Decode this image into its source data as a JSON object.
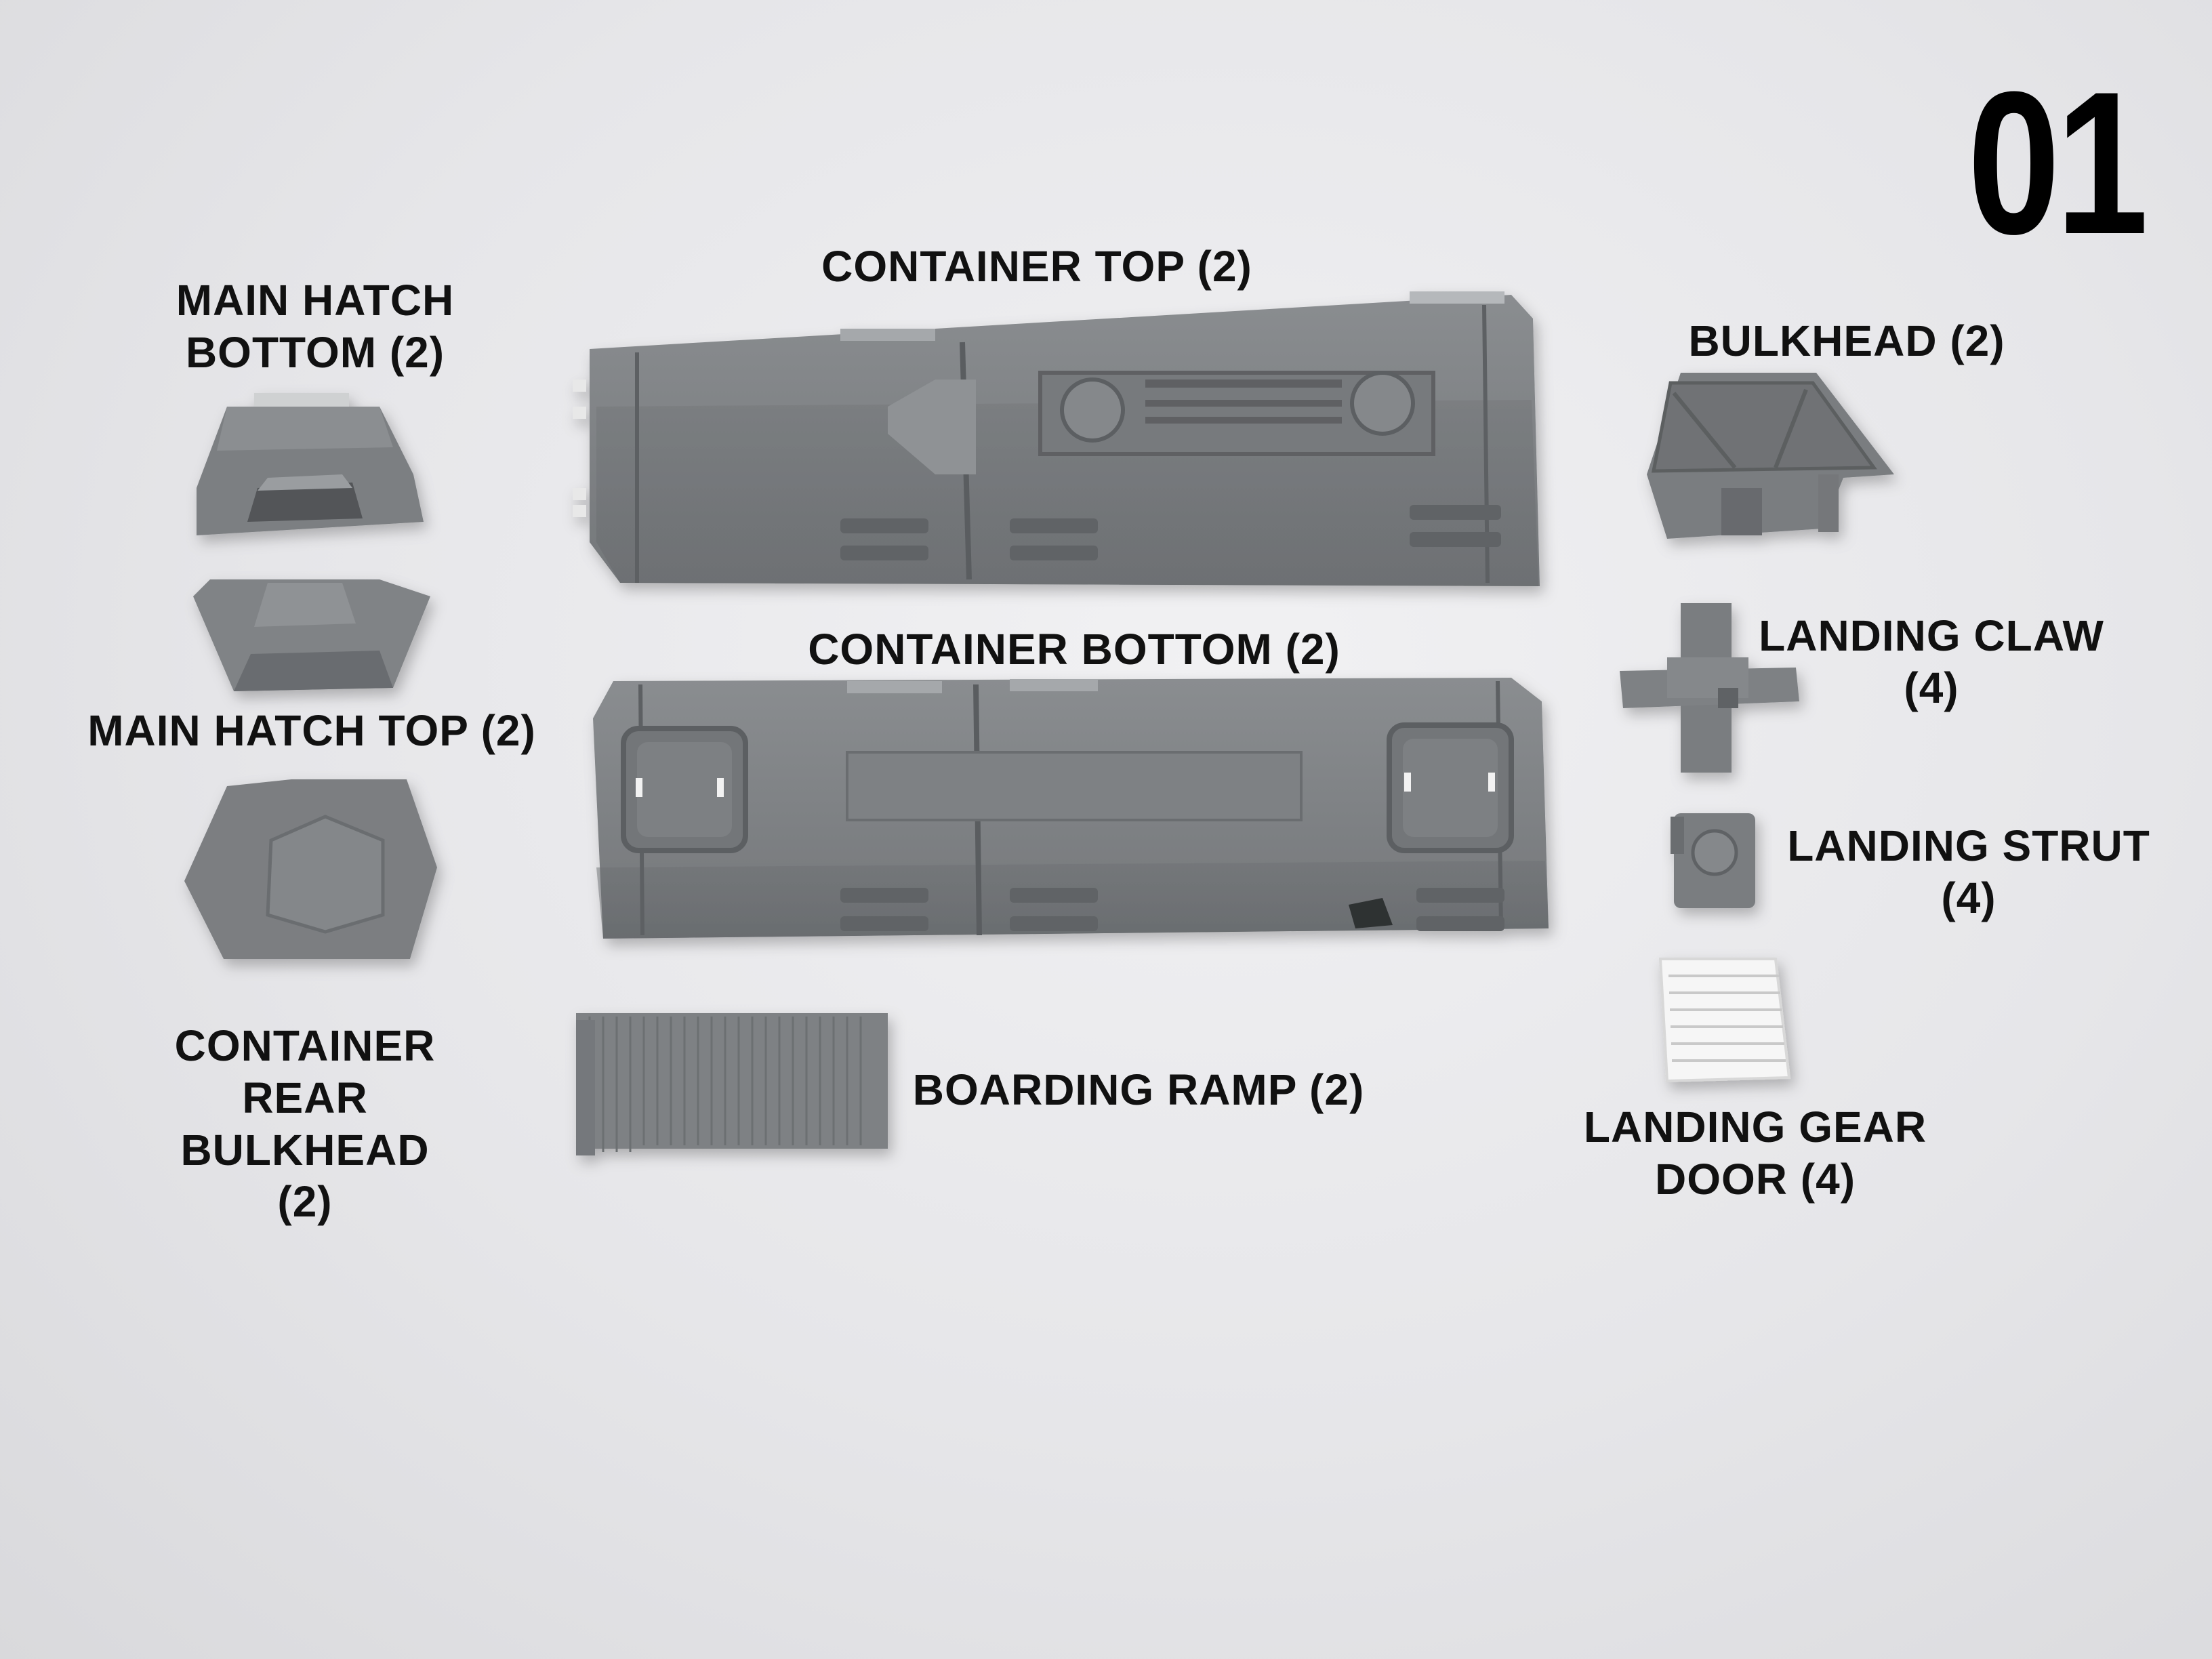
{
  "sheet_number": "01",
  "background_color": "#e9e9eb",
  "part_color": "#7d8083",
  "light_part_color": "#f4f4f4",
  "labels": {
    "main_hatch_bottom": "MAIN HATCH\nBOTTOM (2)",
    "main_hatch_top": "MAIN HATCH TOP (2)",
    "container_rear_bulkhead": "CONTAINER\nREAR\nBULKHEAD\n(2)",
    "container_top": "CONTAINER TOP (2)",
    "container_bottom": "CONTAINER BOTTOM (2)",
    "boarding_ramp": "BOARDING RAMP (2)",
    "bulkhead": "BULKHEAD (2)",
    "landing_claw": "LANDING CLAW\n(4)",
    "landing_strut": "LANDING STRUT\n(4)",
    "landing_gear_door": "LANDING GEAR\nDOOR (4)"
  }
}
